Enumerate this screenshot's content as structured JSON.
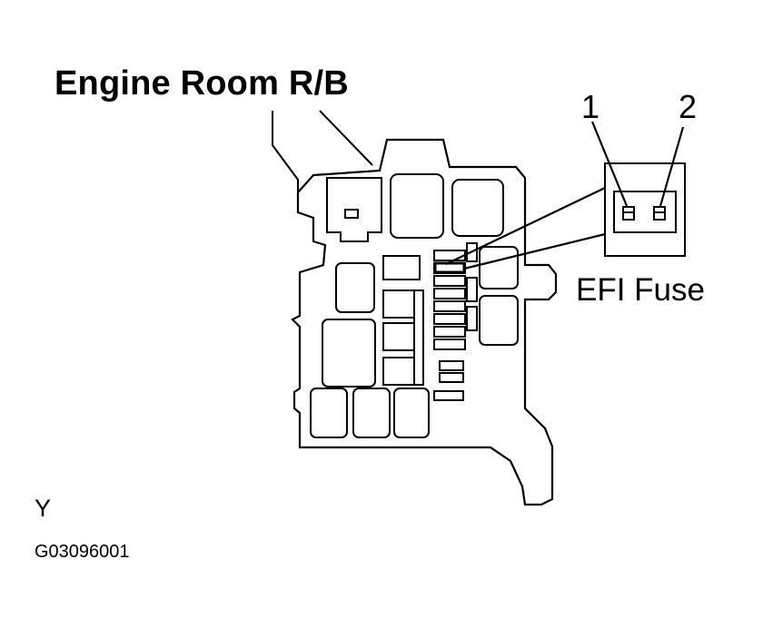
{
  "diagram": {
    "title": "Engine Room R/B",
    "callout": {
      "terminal_1": "1",
      "terminal_2": "2",
      "fuse_name": "EFI Fuse"
    },
    "view_mark": "Y",
    "figure_code": "G03096001"
  }
}
